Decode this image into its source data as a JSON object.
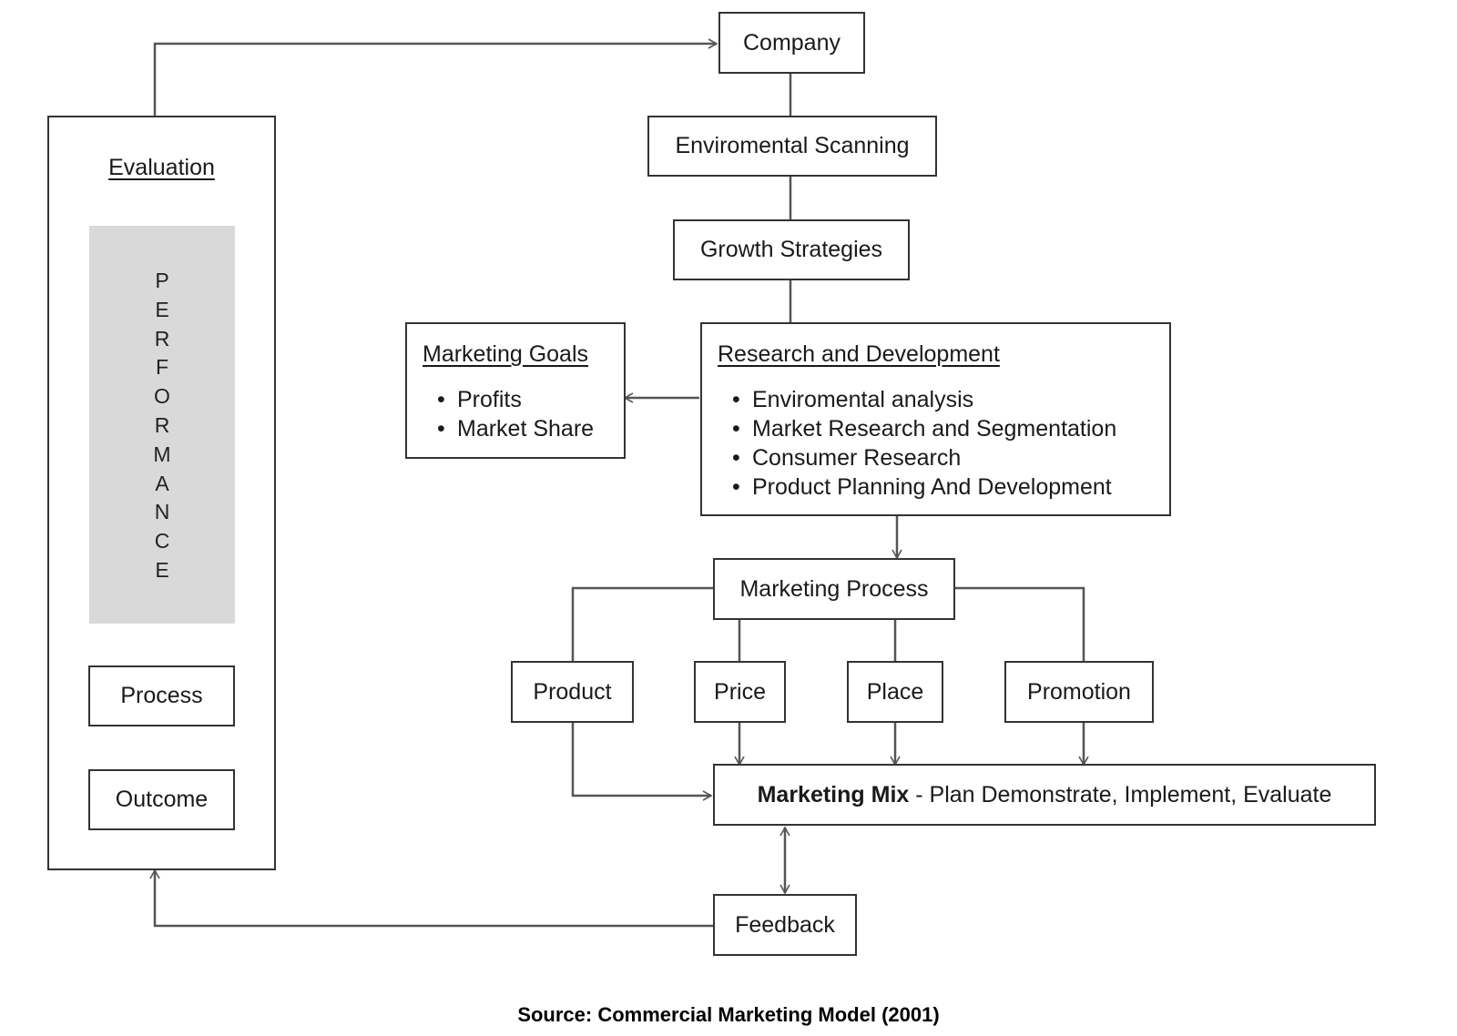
{
  "diagram": {
    "nodes": {
      "company": "Company",
      "environmental_scanning": "Enviromental Scanning",
      "growth_strategies": "Growth Strategies",
      "marketing_goals": {
        "title": "Marketing Goals",
        "items": [
          "Profits",
          "Market Share"
        ]
      },
      "research_development": {
        "title": "Research and Development",
        "items": [
          "Enviromental analysis",
          "Market Research and Segmentation",
          "Consumer Research",
          "Product Planning And Development"
        ]
      },
      "marketing_process": "Marketing Process",
      "product": "Product",
      "price": "Price",
      "place": "Place",
      "promotion": "Promotion",
      "marketing_mix": {
        "bold": "Marketing Mix",
        "rest": " - Plan Demonstrate, Implement, Evaluate"
      },
      "feedback": "Feedback",
      "evaluation": {
        "title": "Evaluation",
        "performance": [
          "P",
          "E",
          "R",
          "F",
          "O",
          "R",
          "M",
          "A",
          "N",
          "C",
          "E"
        ],
        "process": "Process",
        "outcome": "Outcome"
      }
    },
    "source": "Source: Commercial Marketing Model (2001)"
  },
  "colors": {
    "line": "#555555",
    "border": "#333333",
    "performance_fill": "#d9d9d9"
  }
}
